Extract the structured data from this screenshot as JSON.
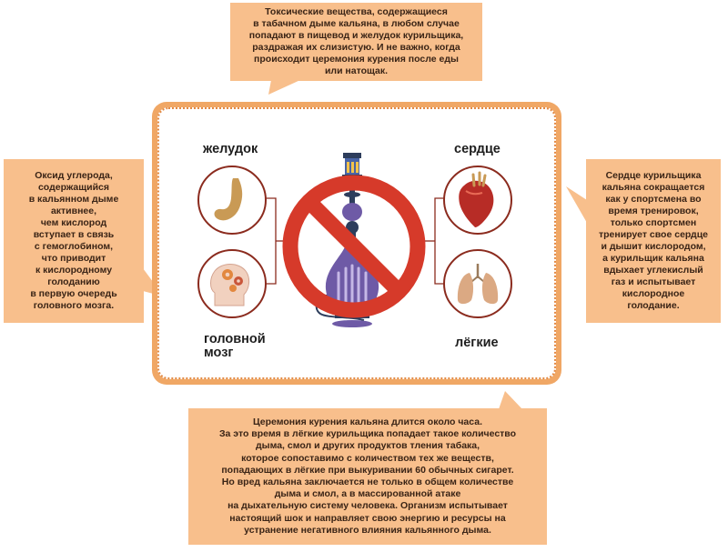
{
  "callouts": {
    "top": "Токсические вещества, содержащиеся\nв табачном дыме кальяна, в любом случае\nпопадают в пищевод и желудок курильщика,\nраздражая их слизистую. И не важно, когда\nпроисходит церемония курения после еды\nили натощак.",
    "left": "Оксид углерода,\nсодержащийся\nв кальянном дыме\nактивнее,\nчем кислород\nвступает в связь\nс гемоглобином,\nчто приводит\nк кислородному\nголоданию\nв первую очередь\nголовного мозга.",
    "right": "Сердце курильщика\nкальяна сокращается\nкак у спортсмена во\nвремя тренировок,\nтолько спортсмен\nтренирует свое сердце\nи дышит кислородом,\nа курильщик кальяна\nвдыхает углекислый\nгаз и испытывает\nкислородное\nголодание.",
    "bottom": "Церемония курения кальяна длится около часа.\nЗа это время в лёгкие курильщика попадает такое количество\nдыма, смол и других продуктов тления табака,\nкоторое сопоставимо с количеством тех же веществ,\nпопадающих в лёгкие при выкуривании 60 обычных сигарет.\nНо вред кальяна заключается не только в общем количестве\nдыма и смол, а в массированной атаке\nна дыхательную систему человека. Организм испытывает\nнастоящий шок и направляет свою энергию и ресурсы на\nустранение негативного влияния кальянного дыма."
  },
  "organs": {
    "stomach": "желудок",
    "heart": "сердце",
    "brain": "головной\nмозг",
    "lungs": "лёгкие"
  },
  "icons": {
    "stomach": "stomach-icon",
    "heart": "heart-icon",
    "brain": "brain-gears-icon",
    "lungs": "lungs-icon",
    "prohibition": "no-hookah-icon"
  },
  "colors": {
    "callout": "#f8bf8c",
    "frame": "#f0a765",
    "prohibition": "#d63a2a",
    "hookah": "#6e5aa6",
    "circle_stroke": "#8b2b1e"
  }
}
